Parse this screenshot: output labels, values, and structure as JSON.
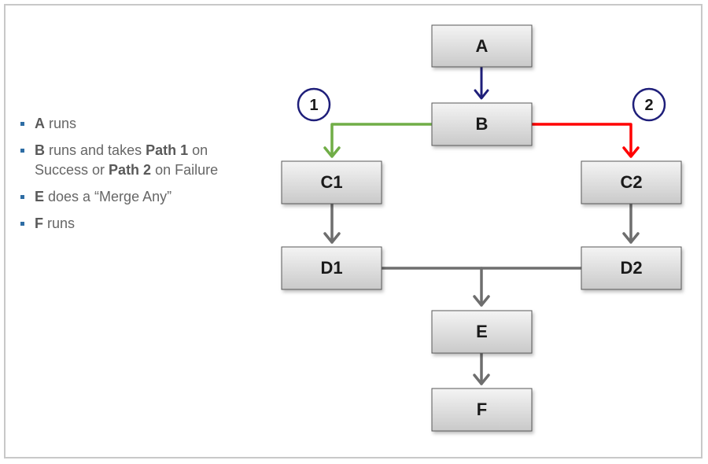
{
  "bullets": [
    {
      "parts": [
        {
          "b": true,
          "t": "A"
        },
        {
          "b": false,
          "t": " runs"
        }
      ]
    },
    {
      "parts": [
        {
          "b": true,
          "t": "B"
        },
        {
          "b": false,
          "t": " runs and takes "
        },
        {
          "b": true,
          "t": "Path 1"
        },
        {
          "b": false,
          "t": " on Success or "
        },
        {
          "b": true,
          "t": "Path 2"
        },
        {
          "b": false,
          "t": " on Failure"
        }
      ]
    },
    {
      "parts": [
        {
          "b": true,
          "t": "E"
        },
        {
          "b": false,
          "t": " does a “Merge Any”"
        }
      ]
    },
    {
      "parts": [
        {
          "b": true,
          "t": "F"
        },
        {
          "b": false,
          "t": " runs"
        }
      ]
    }
  ],
  "nodes": {
    "a": "A",
    "b": "B",
    "c1": "C1",
    "c2": "C2",
    "d1": "D1",
    "d2": "D2",
    "e": "E",
    "f": "F"
  },
  "paths": {
    "path1": "1",
    "path2": "2"
  },
  "colors": {
    "a_to_b": "#1f1f7a",
    "path1": "#70ad47",
    "path2": "#ff0000",
    "default_edge": "#6e6e6e",
    "bullet": "#2e6da4",
    "circle_stroke": "#1f1f7a"
  }
}
